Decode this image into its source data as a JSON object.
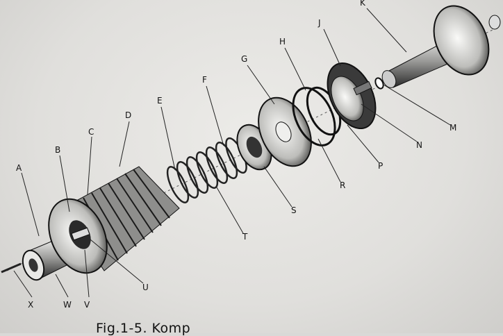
{
  "labels": {
    "A": "A",
    "B": "B",
    "C": "C",
    "D": "D",
    "E": "E",
    "F": "F",
    "G": "G",
    "H": "H",
    "J": "J",
    "K": "K",
    "M": "M",
    "N": "N",
    "P": "P",
    "R": "R",
    "S": "S",
    "T": "T",
    "U": "U",
    "V": "V",
    "W": "W",
    "X": "X"
  },
  "caption": "Fig.1-5. Komp"
}
